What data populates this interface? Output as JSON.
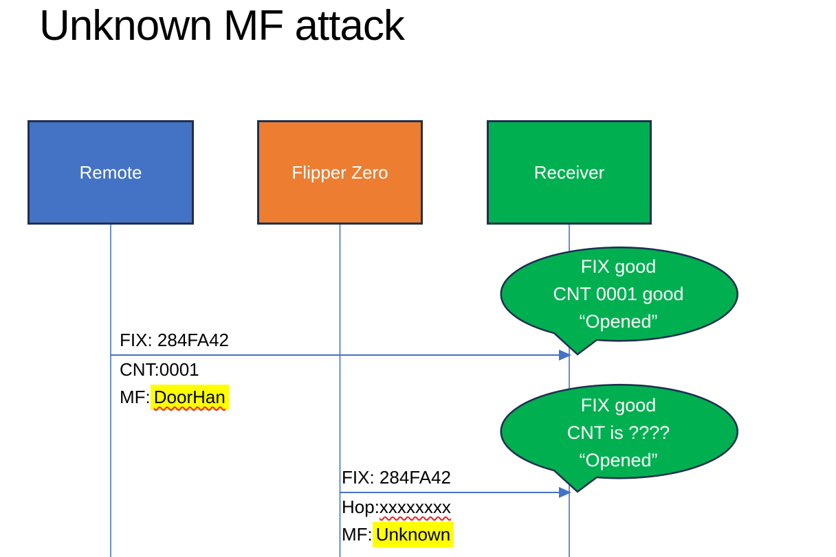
{
  "title": "Unknown MF attack",
  "actors": [
    {
      "label": "Remote"
    },
    {
      "label": "Flipper Zero"
    },
    {
      "label": "Receiver"
    }
  ],
  "messages": [
    {
      "above": "FIX: 284FA42",
      "line2_prefix": "CNT: ",
      "line2_value": "0001",
      "line3_prefix": "MF: ",
      "line3_value": "DoorHan"
    },
    {
      "above": "FIX: 284FA42",
      "line2_prefix": "Hop: ",
      "line2_value": "xxxxxxxx",
      "line3_prefix": "MF: ",
      "line3_value": "Unknown"
    }
  ],
  "bubbles": [
    {
      "line1": "FIX good",
      "line2": "CNT 0001 good",
      "line3": "“Opened”"
    },
    {
      "line1": "FIX good",
      "line2": "CNT is ????",
      "line3": "“Opened”"
    }
  ],
  "colors": {
    "remote_fill": "#4472C4",
    "flipper_fill": "#ED7D31",
    "receiver_fill": "#00B050",
    "bubble_fill": "#00B050",
    "outline": "#1F3050",
    "line": "#4472C4",
    "highlight": "#FFFF00",
    "squiggle": "#FF1A1A"
  }
}
